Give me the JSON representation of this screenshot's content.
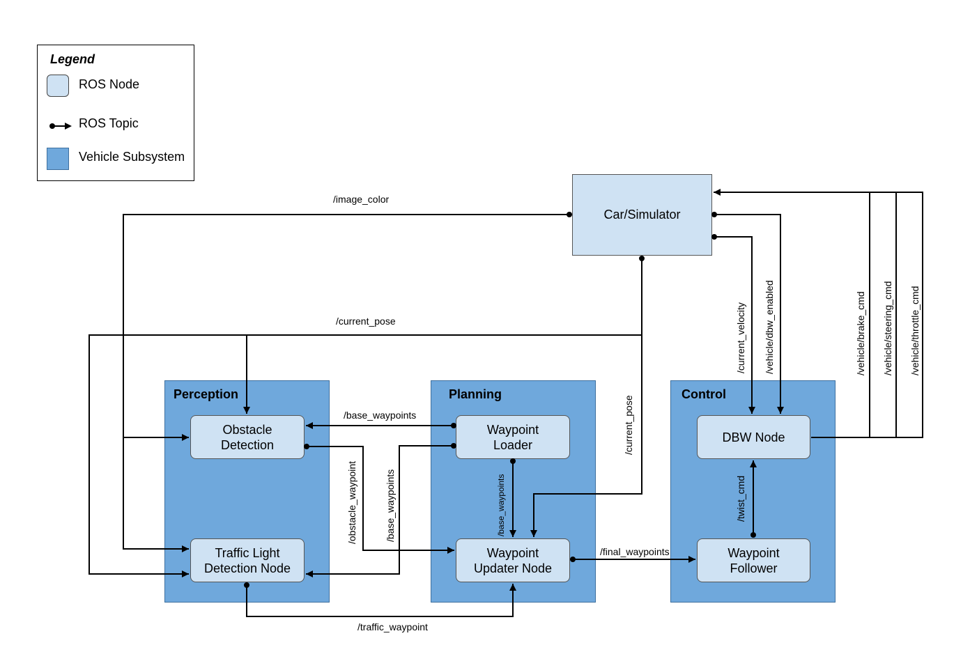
{
  "legend": {
    "title": "Legend",
    "ros_node": "ROS Node",
    "ros_topic": "ROS Topic",
    "vehicle_subsystem": "Vehicle Subsystem"
  },
  "colors": {
    "node_fill": "#cfe2f3",
    "subsystem_fill": "#6fa8dc",
    "line": "#000000"
  },
  "subsystems": {
    "perception": "Perception",
    "planning": "Planning",
    "control": "Control"
  },
  "nodes": {
    "car": "Car/Simulator",
    "obstacle": "Obstacle\nDetection",
    "traffic": "Traffic Light\nDetection Node",
    "loader": "Waypoint\nLoader",
    "updater": "Waypoint\nUpdater Node",
    "dbw": "DBW Node",
    "follower": "Waypoint\nFollower"
  },
  "topics": {
    "image_color": "/image_color",
    "current_pose": "/current_pose",
    "current_pose_v": "/current_pose",
    "base_waypoints": "/base_waypoints",
    "base_waypoints_v1": "/base_waypoints",
    "base_waypoints_v2": "/base_waypoints",
    "obstacle_waypoint": "/obstacle_waypoint",
    "traffic_waypoint": "/traffic_waypoint",
    "final_waypoints": "/final_waypoints",
    "twist_cmd": "/twist_cmd",
    "current_velocity": "/current_velocity",
    "dbw_enabled": "/vehicle/dbw_enabled",
    "brake_cmd": "/vehicle/brake_cmd",
    "steering_cmd": "/vehicle/steering_cmd",
    "throttle_cmd": "/vehicle/throttle_cmd"
  }
}
